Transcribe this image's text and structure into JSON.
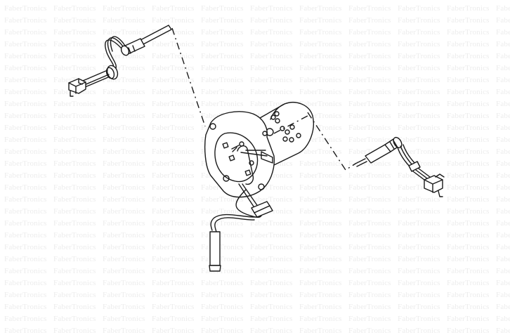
{
  "diagram": {
    "type": "exploded-parts-illustration",
    "watermark": {
      "text": "FaberTronics",
      "color": "#ececec",
      "col_spacing": 70,
      "row_spacing": 17
    },
    "parts": [
      {
        "id": "sensor-left",
        "label": "Temperature sensor with connector (upper left)"
      },
      {
        "id": "burner-flange",
        "label": "Burner flange / glow-plug holder assembly (center)"
      },
      {
        "id": "glow-plug",
        "label": "Glow plug with cable (bottom center)"
      },
      {
        "id": "sensor-right",
        "label": "Flame sensor with connector (right)"
      }
    ],
    "line_color": "#1a1a1a",
    "background": "#ffffff"
  }
}
